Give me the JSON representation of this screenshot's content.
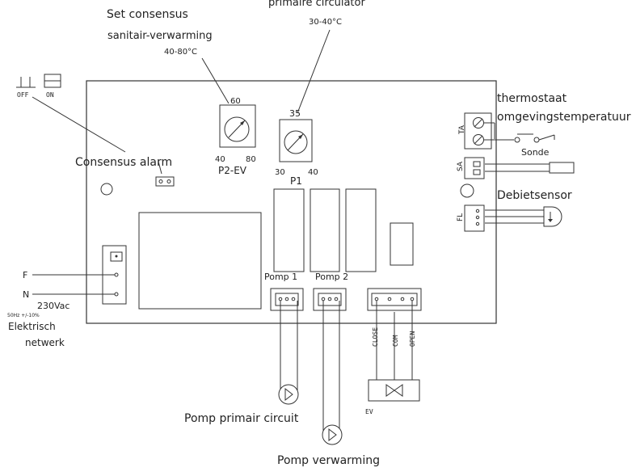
{
  "labels": {
    "set_consensus": "Set consensus",
    "sanitair_verwarming": "sanitair-verwarming",
    "range_p2": "40-80°C",
    "primaire_circulator": "primaire circulator",
    "range_p1": "30-40°C",
    "off": "OFF",
    "on": "ON",
    "consensus_alarm": "Consensus alarm",
    "thermostaat": "thermostaat",
    "omgevingstemperatuur": "omgevingstemperatuur",
    "sonde": "Sonde",
    "debietsensor": "Debietsensor",
    "ta": "TA",
    "sa": "SA",
    "fl": "FL",
    "p2_top": "60",
    "p2_left": "40",
    "p2_right": "80",
    "p2_name": "P2-EV",
    "p1_top": "35",
    "p1_left": "30",
    "p1_right": "40",
    "p1_name": "P1",
    "f": "F",
    "n": "N",
    "voltage": "230Vac",
    "freq": "50Hz +/-10%",
    "elektrisch": "Elektrisch",
    "netwerk": "netwerk",
    "pomp1": "Pomp 1",
    "pomp2": "Pomp 2",
    "close": "CLOSE",
    "com": "COM",
    "open": "OPEN",
    "ev": "EV",
    "pomp_primair": "Pomp primair circuit",
    "pomp_verwarming": "Pomp verwarming"
  }
}
